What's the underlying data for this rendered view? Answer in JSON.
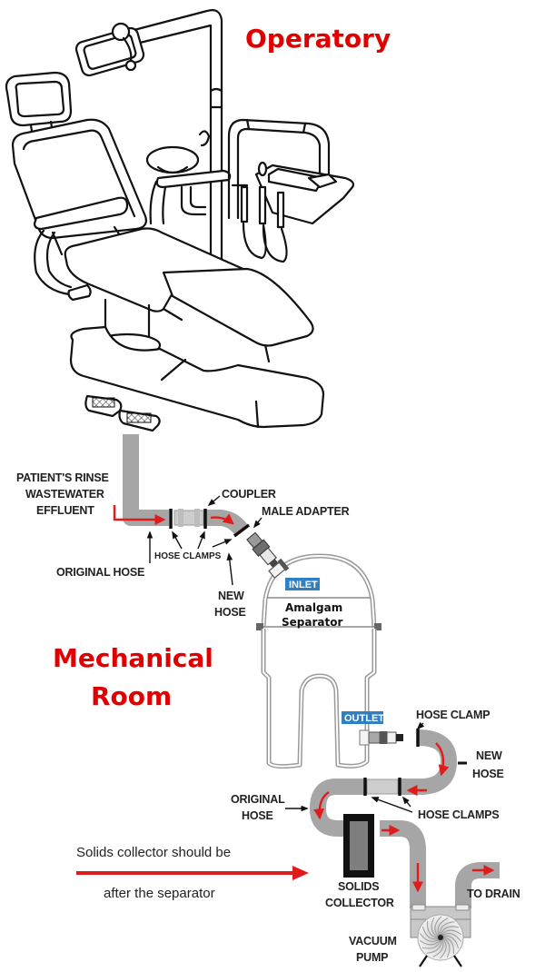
{
  "sections": {
    "top_title": "Operatory",
    "bottom_title_line1": "Mechanical",
    "bottom_title_line2": "Room"
  },
  "colors": {
    "title": "#e00000",
    "flow_arrow": "#e01b1b",
    "hose": "#a6a6a6",
    "tag_bg": "#2f7fc1"
  },
  "upper_labels": {
    "effluent_line1": "PATIENT'S RINSE",
    "effluent_line2": "WASTEWATER",
    "effluent_line3": "EFFLUENT",
    "coupler": "COUPLER",
    "male_adapter": "MALE ADAPTER",
    "hose_clamps": "HOSE CLAMPS",
    "original_hose": "ORIGINAL HOSE",
    "new_hose_line1": "NEW",
    "new_hose_line2": "HOSE"
  },
  "separator": {
    "inlet_tag": "INLET",
    "outlet_tag": "OUTLET",
    "name_line1": "Amalgam",
    "name_line2": "Separator"
  },
  "lower_labels": {
    "hose_clamp": "HOSE CLAMP",
    "new_hose_line1": "NEW",
    "new_hose_line2": "HOSE",
    "original_hose_line1": "ORIGINAL",
    "original_hose_line2": "HOSE",
    "hose_clamps": "HOSE CLAMPS",
    "solids_collector_line1": "SOLIDS",
    "solids_collector_line2": "COLLECTOR",
    "to_drain": "TO DRAIN",
    "vacuum_pump_line1": "VACUUM",
    "vacuum_pump_line2": "PUMP"
  },
  "note": {
    "line1": "Solids collector should be",
    "line2": "after the separator"
  }
}
